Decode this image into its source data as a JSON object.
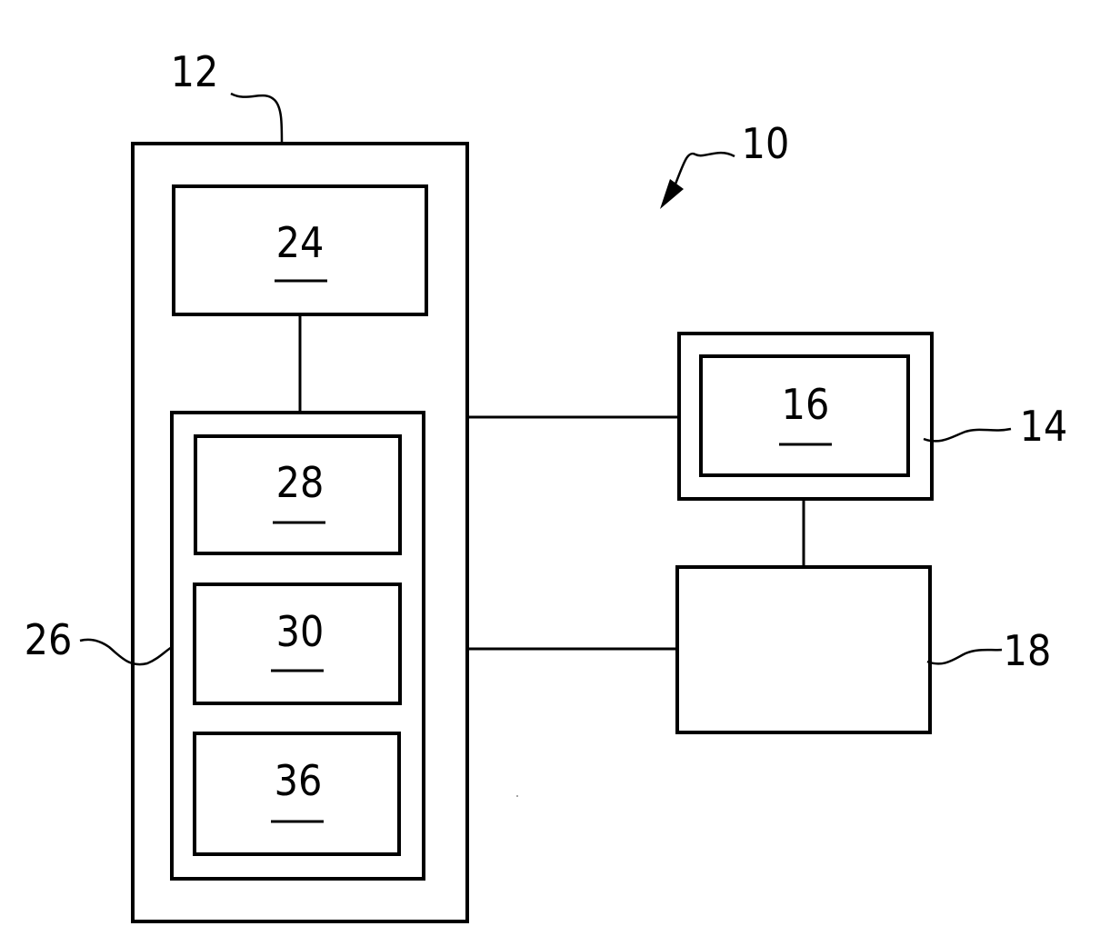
{
  "figure": {
    "system_ref": "10",
    "outer_device_ref": "12",
    "inner_box_top_ref": "24",
    "inner_group_ref": "26",
    "module_a_ref": "28",
    "module_b_ref": "30",
    "module_c_ref": "36",
    "display_device_ref": "14",
    "display_screen_ref": "16",
    "lower_device_ref": "18"
  },
  "colors": {
    "ink": "#000000",
    "paper": "#ffffff"
  }
}
